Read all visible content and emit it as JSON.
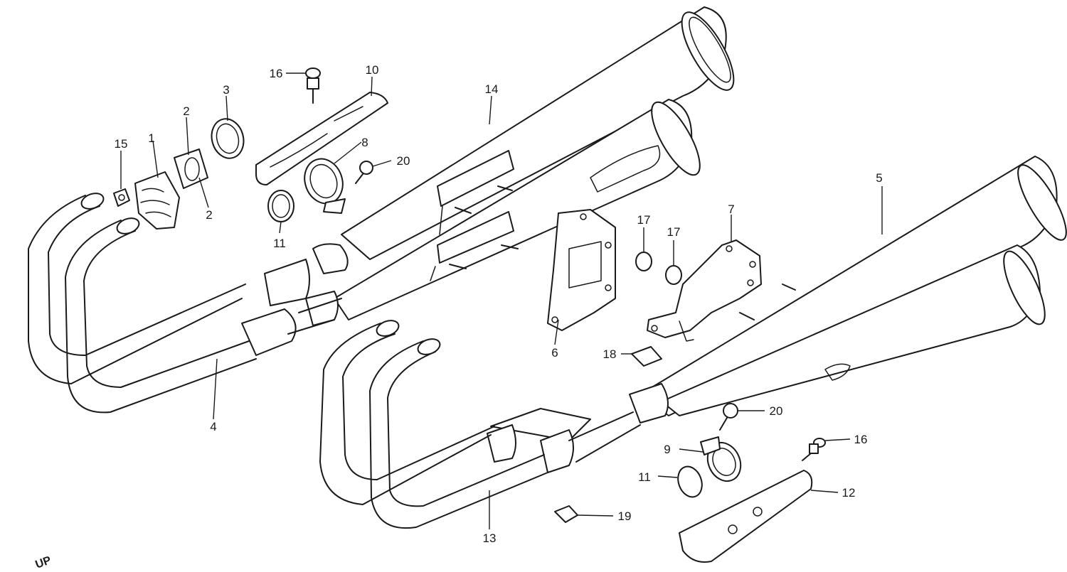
{
  "diagram": {
    "callouts": [
      {
        "id": "c1",
        "label": "1"
      },
      {
        "id": "c2a",
        "label": "2"
      },
      {
        "id": "c2b",
        "label": "2"
      },
      {
        "id": "c3",
        "label": "3"
      },
      {
        "id": "c4",
        "label": "4"
      },
      {
        "id": "c5",
        "label": "5"
      },
      {
        "id": "c6",
        "label": "6"
      },
      {
        "id": "c7",
        "label": "7"
      },
      {
        "id": "c8",
        "label": "8"
      },
      {
        "id": "c9",
        "label": "9"
      },
      {
        "id": "c10",
        "label": "10"
      },
      {
        "id": "c11a",
        "label": "11"
      },
      {
        "id": "c11b",
        "label": "11"
      },
      {
        "id": "c12",
        "label": "12"
      },
      {
        "id": "c13",
        "label": "13"
      },
      {
        "id": "c14",
        "label": "14"
      },
      {
        "id": "c15",
        "label": "15"
      },
      {
        "id": "c16a",
        "label": "16"
      },
      {
        "id": "c16b",
        "label": "16"
      },
      {
        "id": "c17a",
        "label": "17"
      },
      {
        "id": "c17b",
        "label": "17"
      },
      {
        "id": "c18",
        "label": "18"
      },
      {
        "id": "c19",
        "label": "19"
      },
      {
        "id": "c20a",
        "label": "20"
      },
      {
        "id": "c20b",
        "label": "20"
      }
    ],
    "corner_text": "UP"
  }
}
